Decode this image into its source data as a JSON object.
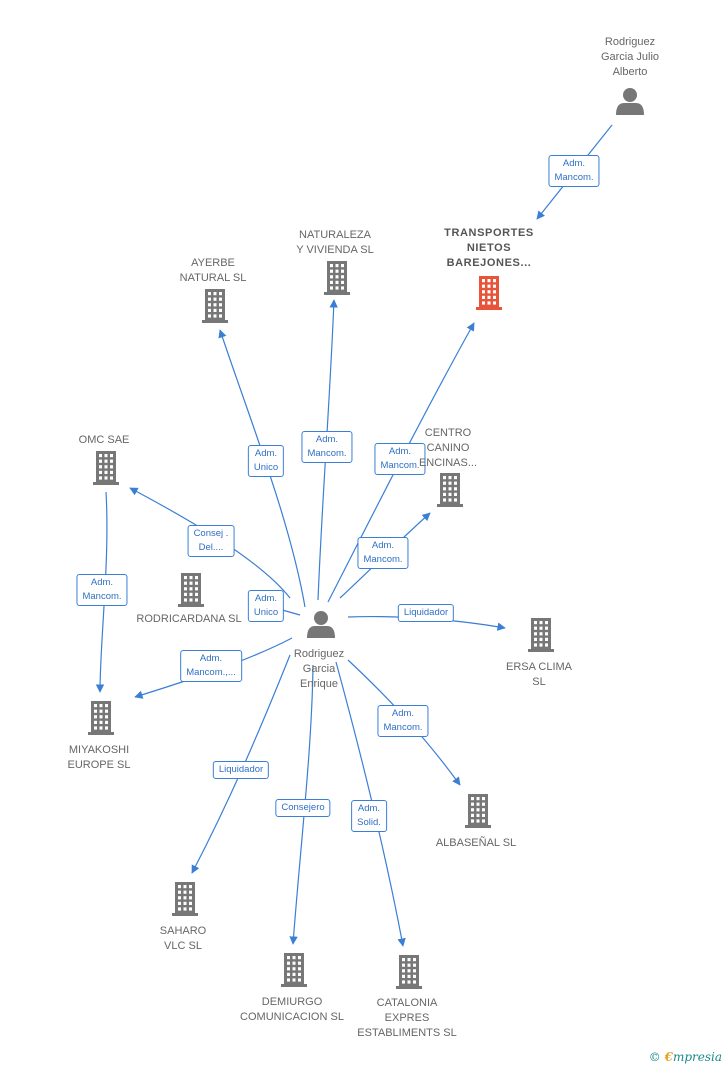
{
  "colors": {
    "edge": "#3a7fd5",
    "building": "#777777",
    "highlight": "#e8543a",
    "person": "#777777"
  },
  "nodes": {
    "rodriguez_julio": {
      "label": "Rodriguez\nGarcia Julio\nAlberto",
      "type": "person"
    },
    "transportes": {
      "label": "TRANSPORTES\nNIETOS\nBAREJONES...",
      "type": "building-highlight"
    },
    "naturaleza": {
      "label": "NATURALEZA\nY VIVIENDA  SL",
      "type": "building"
    },
    "ayerbe": {
      "label": "AYERBE\nNATURAL SL",
      "type": "building"
    },
    "omc": {
      "label": "OMC SAE",
      "type": "building"
    },
    "centro": {
      "label": "CENTRO\nCANINO\nENCINAS...",
      "type": "building"
    },
    "rodricardana": {
      "label": "RODRICARDANA SL",
      "type": "building"
    },
    "center": {
      "label": "Rodriguez\nGarcia\nEnrique",
      "type": "person"
    },
    "ersa": {
      "label": "ERSA CLIMA\nSL",
      "type": "building"
    },
    "miyakoshi": {
      "label": "MIYAKOSHI\nEUROPE  SL",
      "type": "building"
    },
    "albasenal": {
      "label": "ALBASEÑAL SL",
      "type": "building"
    },
    "saharo": {
      "label": "SAHARO\nVLC SL",
      "type": "building"
    },
    "demiurgo": {
      "label": "DEMIURGO\nCOMUNICACION SL",
      "type": "building"
    },
    "catalonia": {
      "label": "CATALONIA\nEXPRES\nESTABLIMENTS SL",
      "type": "building"
    }
  },
  "edges": [
    {
      "from": "rodriguez_julio",
      "to": "transportes",
      "label": "Adm.\nMancom."
    },
    {
      "from": "center",
      "to": "ayerbe",
      "label": "Adm.\nUnico"
    },
    {
      "from": "center",
      "to": "naturaleza",
      "label": "Adm.\nMancom."
    },
    {
      "from": "center",
      "to": "transportes",
      "label": "Adm.\nMancom."
    },
    {
      "from": "center",
      "to": "centro",
      "label": "Adm.\nMancom."
    },
    {
      "from": "center",
      "to": "omc",
      "label": "Consej .\nDel...."
    },
    {
      "from": "center",
      "to": "rodricardana",
      "label": "Adm.\nUnico"
    },
    {
      "from": "omc",
      "to": "miyakoshi",
      "label": "Adm.\nMancom."
    },
    {
      "from": "center",
      "to": "miyakoshi",
      "label": "Adm.\nMancom.,..."
    },
    {
      "from": "center",
      "to": "ersa",
      "label": "Liquidador"
    },
    {
      "from": "center",
      "to": "albasenal",
      "label": "Adm.\nMancom."
    },
    {
      "from": "center",
      "to": "saharo",
      "label": "Liquidador"
    },
    {
      "from": "center",
      "to": "demiurgo",
      "label": "Consejero"
    },
    {
      "from": "center",
      "to": "catalonia",
      "label": "Adm.\nSolid."
    }
  ],
  "footer": {
    "copyright": "©",
    "brand_first": "€",
    "brand_rest": "mpresia"
  }
}
